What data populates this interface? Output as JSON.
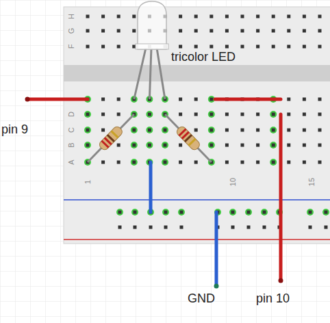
{
  "diagram": {
    "labels": [
      "tricolor LED",
      "pin 9",
      "GND",
      "pin 10",
      "H",
      "G",
      "F",
      "D",
      "C",
      "B",
      "A",
      "1",
      "10",
      "15"
    ]
  }
}
